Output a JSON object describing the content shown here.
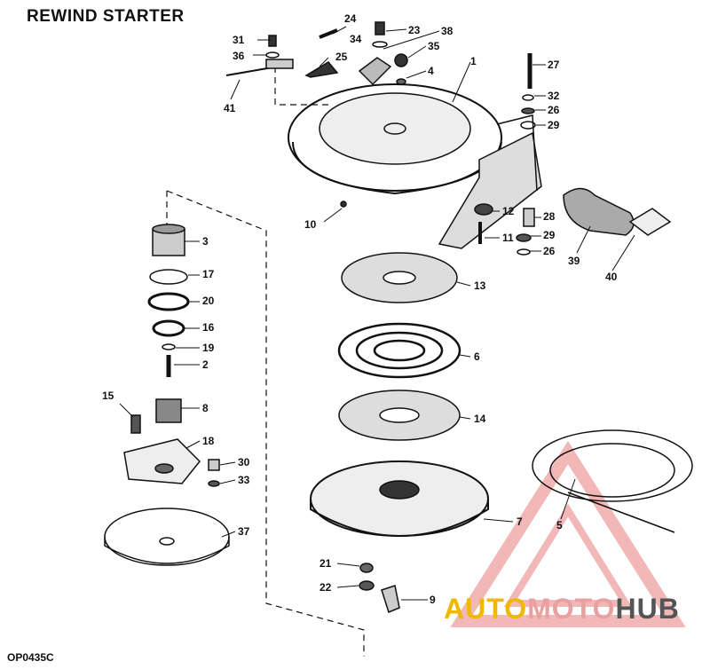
{
  "title": "REWIND STARTER",
  "figure_code": "OP0435C",
  "watermark": {
    "part1": "AUTO",
    "part2": "MOTO",
    "part3": "HUB",
    "colors": {
      "auto": "#f0b800",
      "moto": "#e8a0a0",
      "hub": "#555555",
      "triangle": "#e87070"
    }
  },
  "labels": {
    "p31": "31",
    "p36": "36",
    "p24": "24",
    "p23": "23",
    "p38": "38",
    "p34": "34",
    "p35": "35",
    "p4": "4",
    "p1": "1",
    "p27": "27",
    "p32": "32",
    "p26a": "26",
    "p29a": "29",
    "p41": "41",
    "p25": "25",
    "p10": "10",
    "p3": "3",
    "p17": "17",
    "p20": "20",
    "p16": "16",
    "p19": "19",
    "p2": "2",
    "p12": "12",
    "p28": "28",
    "p11": "11",
    "p29b": "29",
    "p26b": "26",
    "p39": "39",
    "p40": "40",
    "p13": "13",
    "p6": "6",
    "p14": "14",
    "p15": "15",
    "p8": "8",
    "p18": "18",
    "p30": "30",
    "p33": "33",
    "p37": "37",
    "p7": "7",
    "p5": "5",
    "p21": "21",
    "p22": "22",
    "p9": "9"
  }
}
